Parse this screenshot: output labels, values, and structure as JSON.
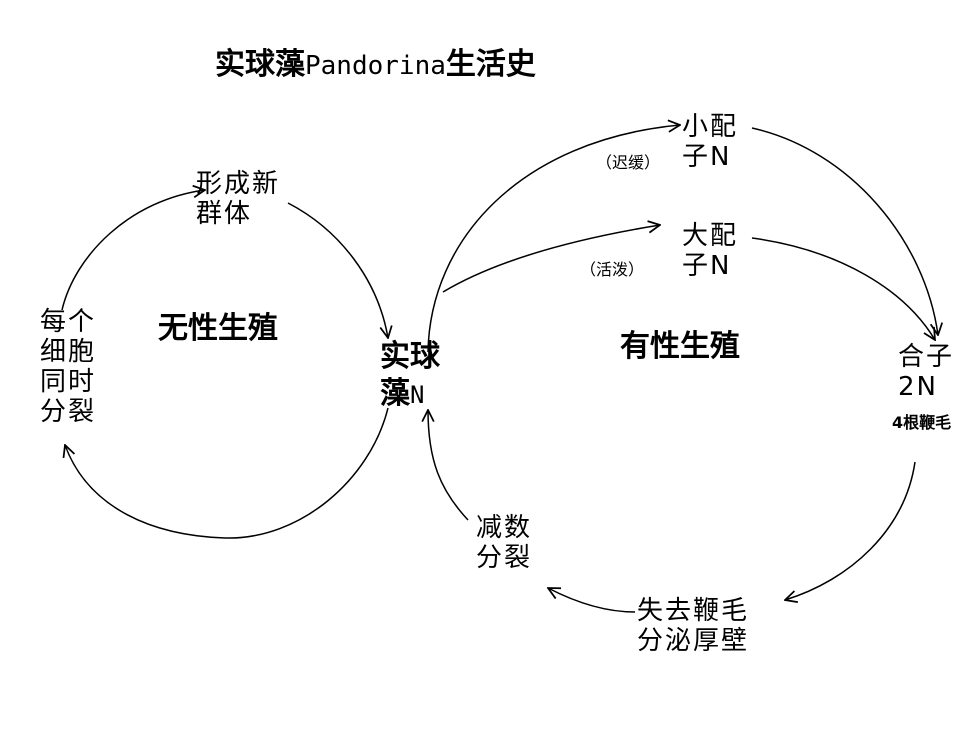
{
  "title": {
    "bold_part": "实球藻",
    "latin": "Pandorina",
    "suffix": "生活史"
  },
  "center": {
    "line1": "实球",
    "line2": "藻",
    "ploidy": "N"
  },
  "asexual": {
    "label": "无性生殖",
    "top_step": "形成新\n群体",
    "left_step": "每个\n细胞\n同时\n分裂"
  },
  "sexual": {
    "label": "有性生殖",
    "microgamete": {
      "text": "小配\n子N",
      "note": "（迟缓）"
    },
    "macrogamete": {
      "text": "大配\n子N",
      "note": "（活泼）"
    },
    "zygote": {
      "text": "合子\n2N",
      "note": "4根鞭毛"
    },
    "flagella_loss": "失去鞭毛\n分泌厚壁",
    "meiosis": "减数\n分裂"
  },
  "colors": {
    "stroke": "#000000",
    "background": "#ffffff"
  }
}
